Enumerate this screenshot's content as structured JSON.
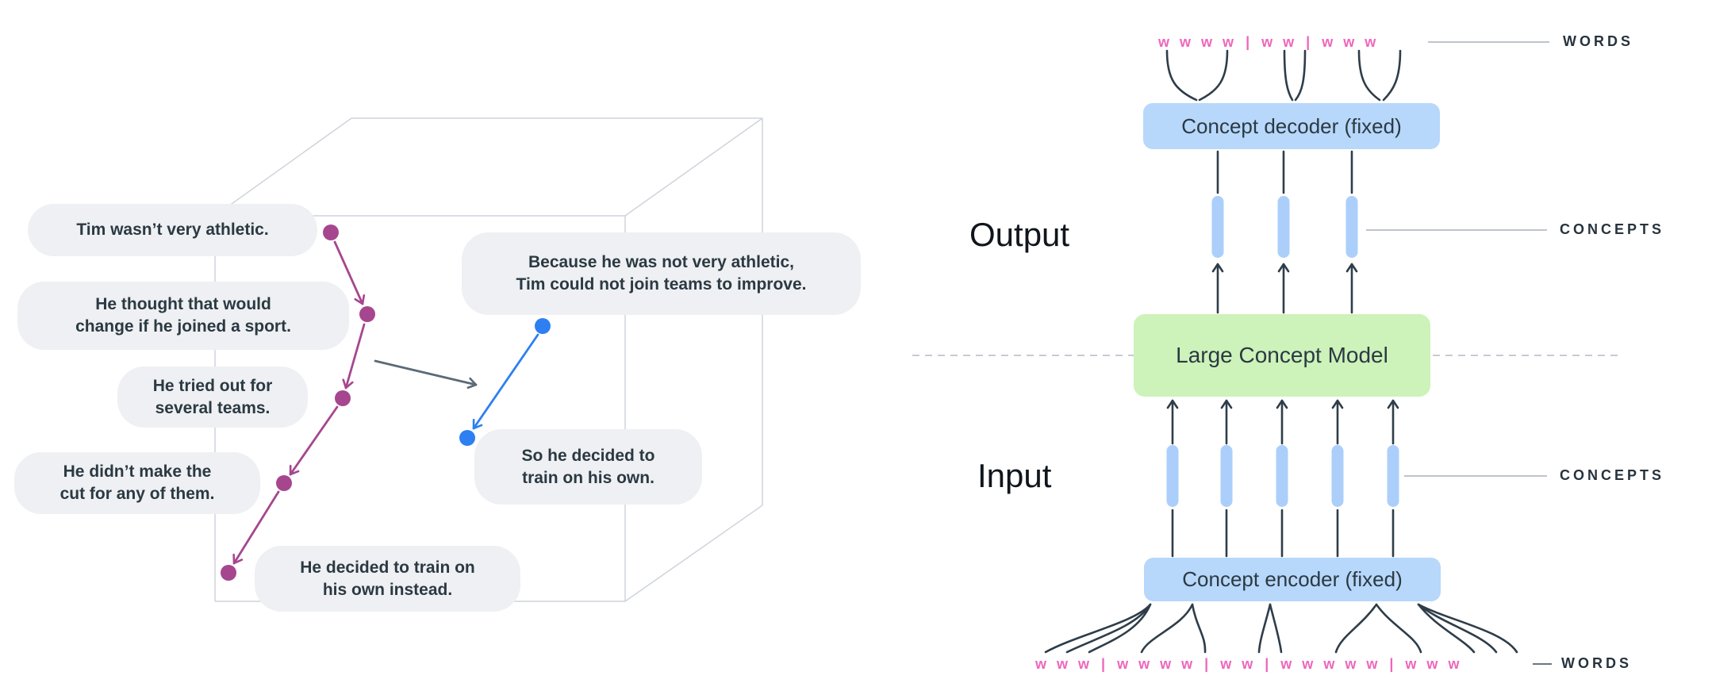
{
  "figure": {
    "description_left": "story sentences mapped to concept points inside an embedding-space cube",
    "description_right": "words to concepts encoder, Large Concept Model, decoder back to words"
  },
  "left_panel": {
    "story_bubbles": [
      "Tim wasn’t very athletic.",
      "He thought that would\nchange if he joined a sport.",
      "He tried out for\nseveral teams.",
      "He didn’t make the\ncut for any of them.",
      "He decided to train on\nhis own instead."
    ],
    "summary_bubbles": [
      "Because he was not very athletic,\nTim could not join teams to improve.",
      "So he decided to\ntrain on his own."
    ]
  },
  "right_panel": {
    "side_labels": {
      "output": "Output",
      "input": "Input"
    },
    "boxes": {
      "decoder": "Concept decoder (fixed)",
      "model": "Large Concept Model",
      "encoder": "Concept encoder (fixed)"
    },
    "annotations": {
      "words_top": "WORDS",
      "concepts_output": "CONCEPTS",
      "concepts_input": "CONCEPTS",
      "words_bottom": "WORDS"
    },
    "word_rows": {
      "separator": "|",
      "top": [
        [
          "w",
          "w",
          "w",
          "w"
        ],
        [
          "w",
          "w"
        ],
        [
          "w",
          "w",
          "w"
        ]
      ],
      "bottom": [
        [
          "w",
          "w",
          "w"
        ],
        [
          "w",
          "w",
          "w",
          "w"
        ],
        [
          "w",
          "w"
        ],
        [
          "w",
          "w",
          "w",
          "w",
          "w"
        ],
        [
          "w",
          "w",
          "w"
        ]
      ]
    }
  },
  "colors": {
    "background": "#ffffff",
    "bubble_bg": "#eef0f3",
    "dark_text": "#2b3942",
    "cube_line": "#cfd4db",
    "story_purple": "#a6468f",
    "summary_blue": "#2e7ff1",
    "map_arrow_gray": "#5b6a75",
    "flow_dark": "#2e3d49",
    "box_blue": "#b7d7fb",
    "bar_blue": "#abcffa",
    "box_green": "#cdf2ba",
    "word_pink": "#ee66bb",
    "annot_line": "#a8b1bb",
    "dashed_line": "#c5cbd3"
  }
}
